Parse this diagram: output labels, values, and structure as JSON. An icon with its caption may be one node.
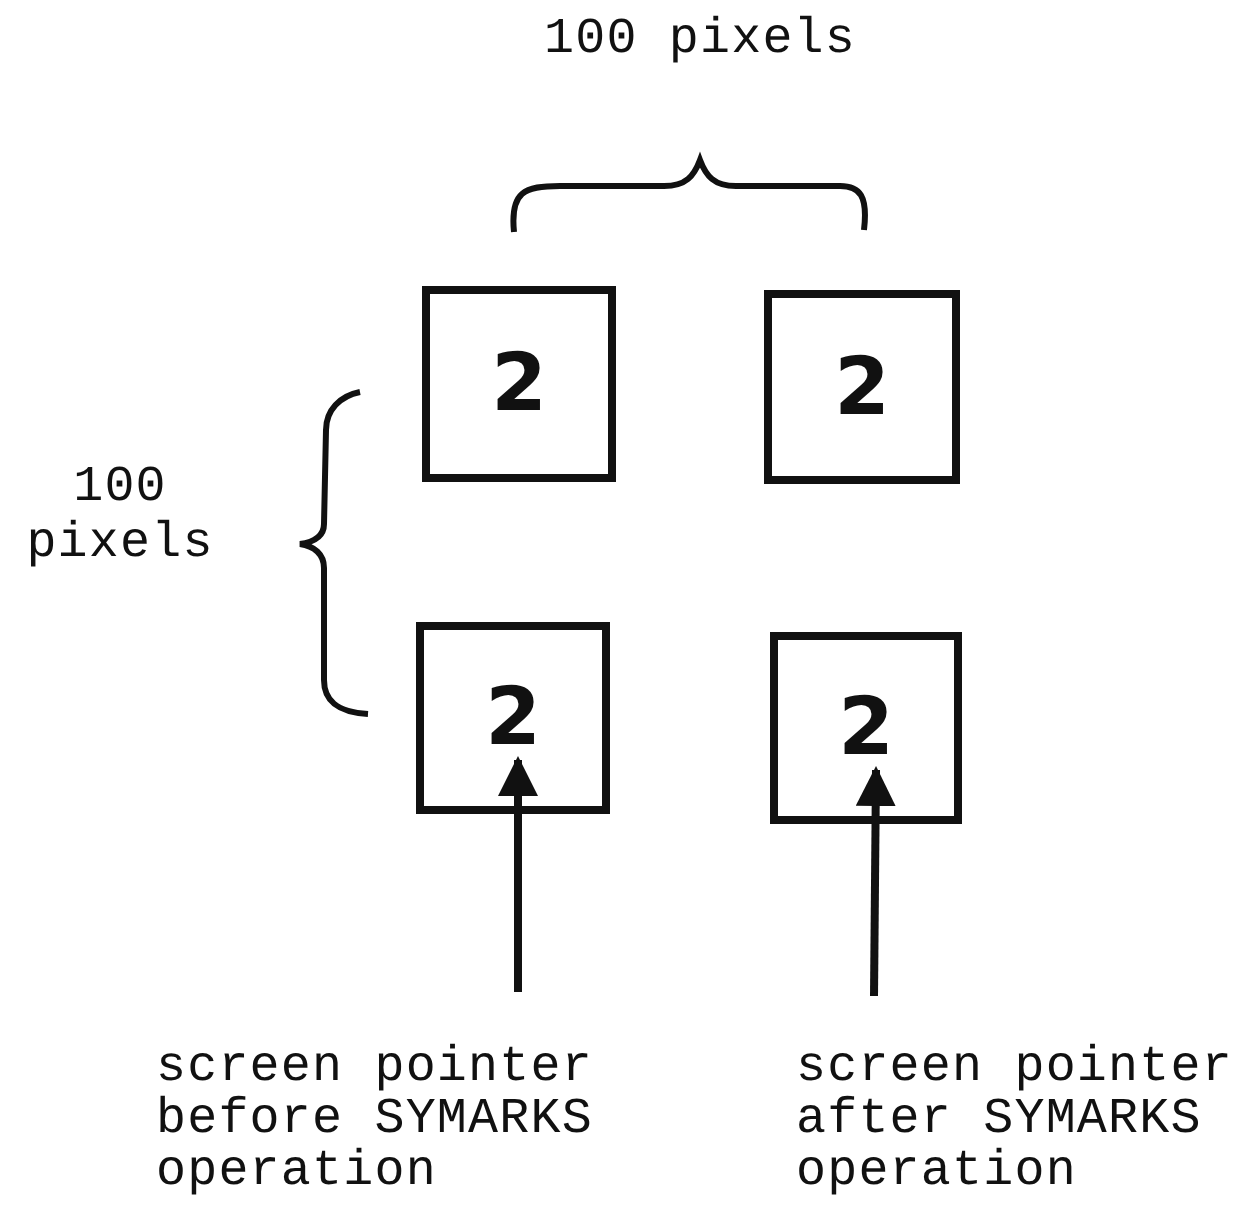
{
  "diagram": {
    "nodes": [
      {
        "text": [
          "2"
        ]
      },
      {
        "text": [
          "2"
        ]
      },
      {
        "text": [
          "2"
        ]
      },
      {
        "text": [
          "2"
        ]
      },
      {
        "text": [
          "screen pointer before SYMARKS operation"
        ]
      },
      {
        "text": [
          "screen pointer after SYMARKS operation"
        ]
      }
    ],
    "edges": [
      {
        "from": 4,
        "to": 2,
        "arrow": "to"
      },
      {
        "from": 5,
        "to": 3,
        "arrow": "to"
      }
    ],
    "labels": [
      "100 pixels",
      "100 pixels"
    ]
  }
}
